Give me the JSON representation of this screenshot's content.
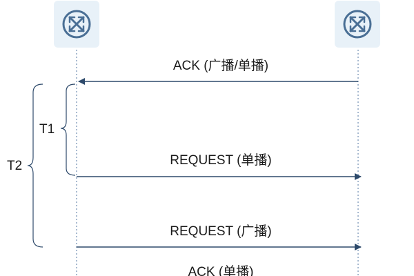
{
  "messages": [
    {
      "label": "ACK (广播/单播)",
      "direction": "right-to-left"
    },
    {
      "label": "REQUEST (单播)",
      "direction": "left-to-right"
    },
    {
      "label": "REQUEST (广播)",
      "direction": "left-to-right"
    },
    {
      "label": "ACK (单播)",
      "direction": "right-to-left"
    }
  ],
  "timers": {
    "t1": "T1",
    "t2": "T2"
  },
  "nodes": {
    "left_icon": "router-icon",
    "right_icon": "router-icon"
  },
  "colors": {
    "arrow": "#2e4a6b",
    "lifeline": "#6f8db0",
    "brace": "#2e4a6b",
    "icon_bg": "#e8f1f8",
    "icon_fg": "#4a6f95"
  }
}
